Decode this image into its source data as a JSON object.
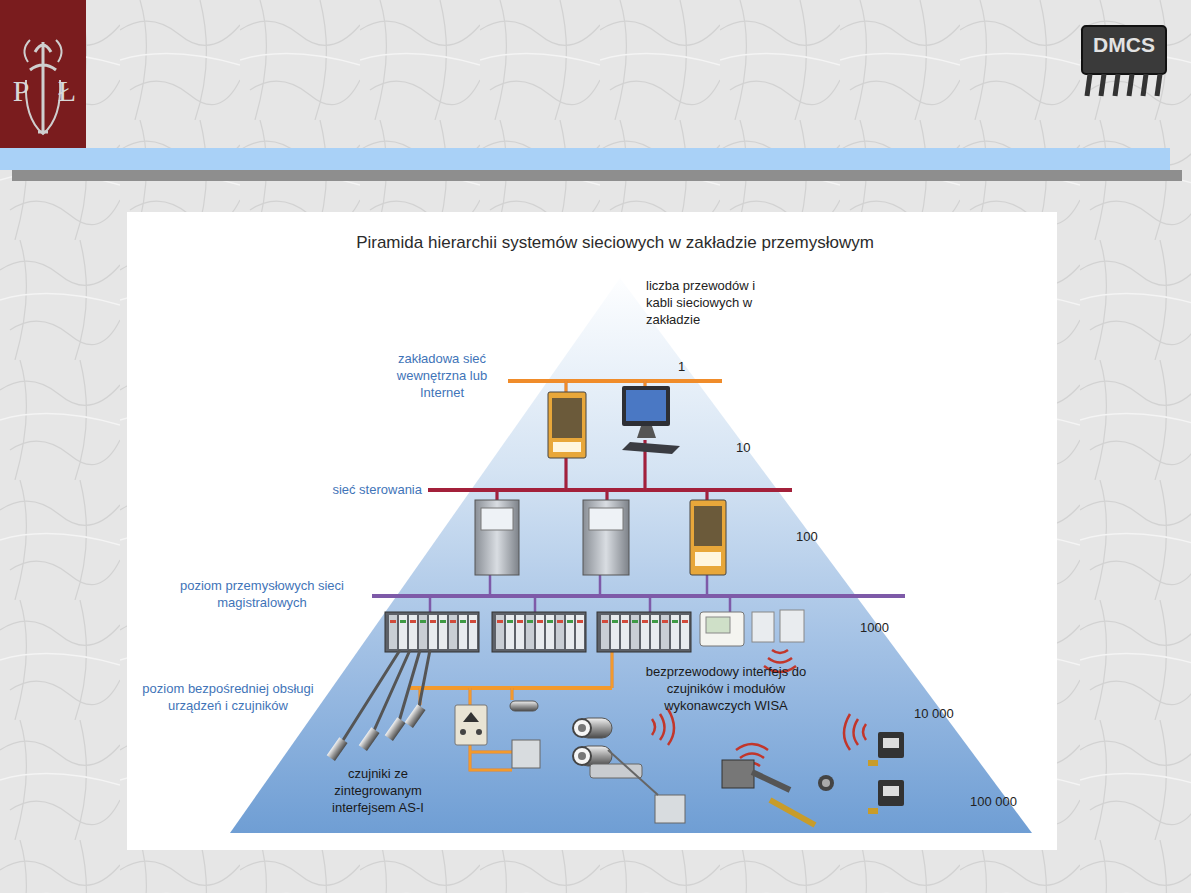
{
  "diagram": {
    "title": "Piramida hierarchii systemów sieciowych w zakładzie przemysłowym",
    "labels": [
      "P",
      "Ł",
      "DMCS",
      "liczba przewodów i kabli sieciowych w zakładzie",
      "1",
      "zakładowa sieć wewnętrzna lub Internet",
      "10",
      "sieć sterowania",
      "100",
      "poziom przemysłowych sieci magistralowych",
      "1000",
      "bezprzewodowy interfejs do czujników i modułów wykonawczych WISA",
      "poziom bezpośredniej obsługi urządzeń i czujników",
      "10 000",
      "czujniki ze zintegrowanym interfejsem AS-I",
      "100 000"
    ]
  }
}
